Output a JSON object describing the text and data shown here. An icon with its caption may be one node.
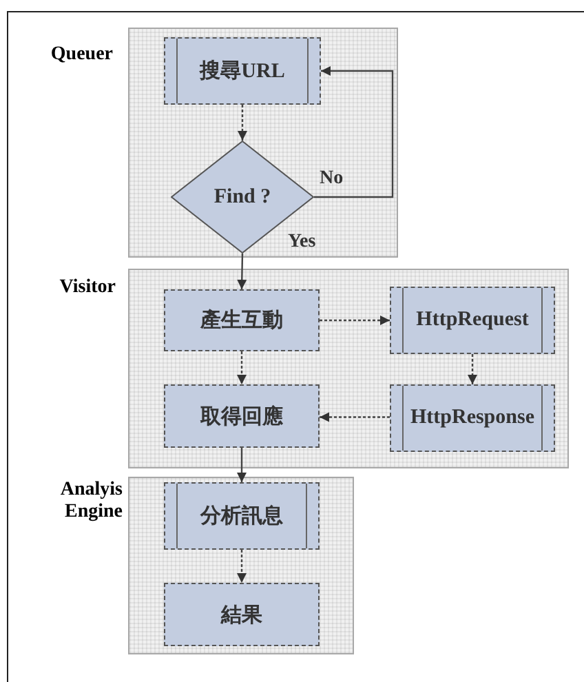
{
  "diagram": {
    "nodes": [
      {
        "text": [
          "Queuer"
        ]
      },
      {
        "text": [
          "搜尋URL"
        ],
        "in": 0
      },
      {
        "text": [
          "Find ?"
        ],
        "in": 0
      },
      {
        "text": [
          "Visitor"
        ]
      },
      {
        "text": [
          "產生互動"
        ],
        "in": 3
      },
      {
        "text": [
          "HttpRequest"
        ],
        "in": 3
      },
      {
        "text": [
          "取得回應"
        ],
        "in": 3
      },
      {
        "text": [
          "HttpResponse"
        ],
        "in": 3
      },
      {
        "text": [
          "Analyis Engine"
        ]
      },
      {
        "text": [
          "分析訊息"
        ],
        "in": 8
      },
      {
        "text": [
          "結果"
        ],
        "in": 8
      }
    ],
    "edges": [
      {
        "from": 1,
        "to": 2,
        "arrow": "to",
        "style": "dashed"
      },
      {
        "from": 2,
        "to": 1,
        "arrow": "to",
        "label": "No"
      },
      {
        "from": 2,
        "to": 4,
        "arrow": "to",
        "label": "Yes"
      },
      {
        "from": 4,
        "to": 5,
        "arrow": "to",
        "style": "dashed"
      },
      {
        "from": 4,
        "to": 6,
        "arrow": "to",
        "style": "dashed"
      },
      {
        "from": 5,
        "to": 7,
        "arrow": "to",
        "style": "dashed"
      },
      {
        "from": 7,
        "to": 6,
        "arrow": "to",
        "style": "dashed"
      },
      {
        "from": 6,
        "to": 9,
        "arrow": "to"
      },
      {
        "from": 9,
        "to": 10,
        "arrow": "to",
        "style": "dashed"
      }
    ]
  }
}
